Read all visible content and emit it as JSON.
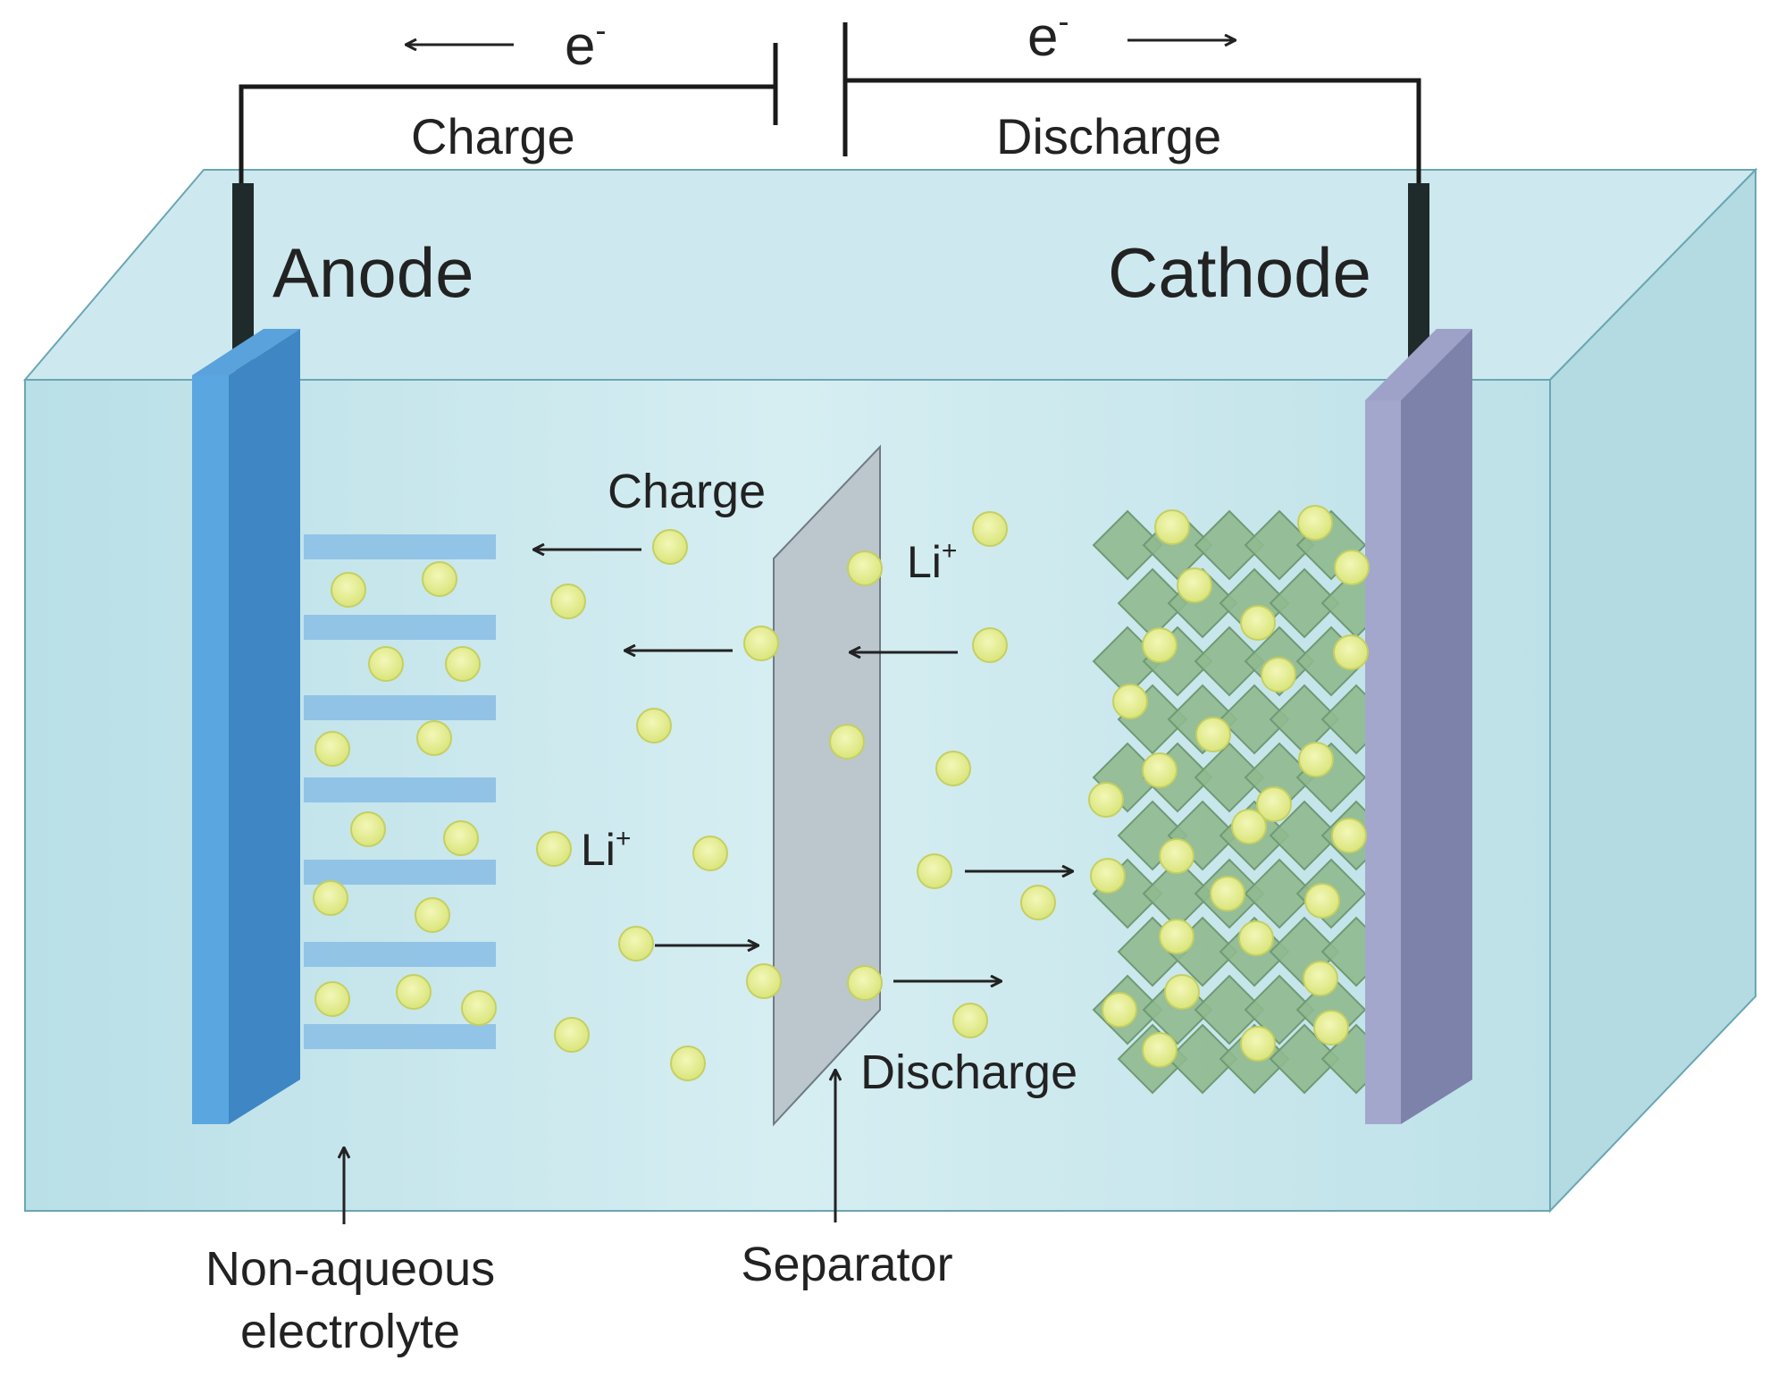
{
  "circuit": {
    "electron_left": "e",
    "electron_right": "e",
    "electron_charge_sign": "-",
    "charge_label": "Charge",
    "discharge_label": "Discharge"
  },
  "electrodes": {
    "anode_label": "Anode",
    "cathode_label": "Cathode"
  },
  "cell": {
    "charge_label": "Charge",
    "discharge_label": "Discharge",
    "ion_label_base": "Li",
    "ion_label_sign": "+"
  },
  "callouts": {
    "electrolyte_line1": "Non-aqueous",
    "electrolyte_line2": "electrolyte",
    "separator": "Separator"
  },
  "colors": {
    "electrolyte_front": "#bfe3ea",
    "electrolyte_top": "#cde9ef",
    "electrolyte_side": "#b4dbe2",
    "anode": "#4a90d0",
    "anode_layers": "#8cc0e6",
    "cathode": "#8a8fb8",
    "cathode_crystal": "#8fb98f",
    "separator": "#b8c2c8",
    "li_ion": "#e3eb8a",
    "wire": "#1a1a1a"
  }
}
